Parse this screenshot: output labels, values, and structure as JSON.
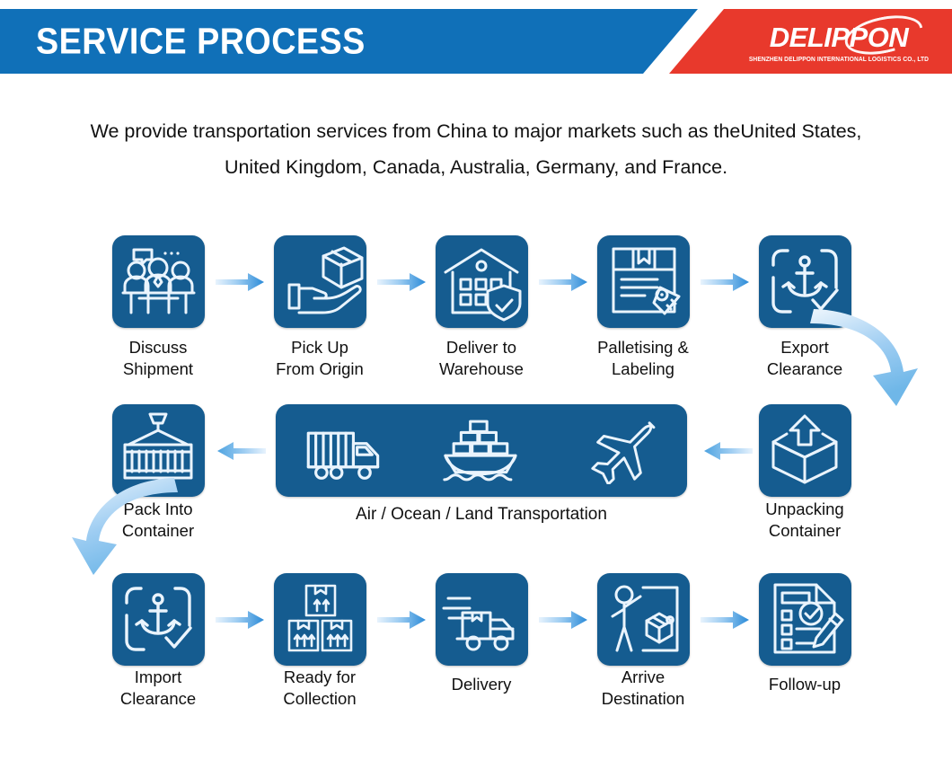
{
  "header": {
    "title": "SERVICE PROCESS",
    "brand_name": "DELIPPON",
    "brand_tagline": "SHENZHEN DELIPPON INTERNATIONAL LOGISTICS CO., LTD",
    "blue": "#1070b8",
    "red": "#e8392c"
  },
  "intro": {
    "line1": "We provide transportation services from China to major markets such as theUnited States,",
    "line2": "United Kingdom, Canada, Australia, Germany, and France."
  },
  "colors": {
    "tile_blue": "#155c90",
    "arrow_light": "#cfe6fb",
    "arrow_dark": "#2b8bd8",
    "icon_stroke": "#eaf4fd",
    "text": "#111111"
  },
  "steps": {
    "row1": [
      {
        "id": 1,
        "icon": "discussion-meeting-icon",
        "line1": "Discuss",
        "line2": "Shipment"
      },
      {
        "id": 2,
        "icon": "hand-holding-box-icon",
        "line1": "Pick Up",
        "line2": "From Origin"
      },
      {
        "id": 3,
        "icon": "warehouse-shield-icon",
        "line1": "Deliver to",
        "line2": "Warehouse"
      },
      {
        "id": 4,
        "icon": "pallet-label-tag-icon",
        "line1": "Palletising &",
        "line2": "Labeling"
      },
      {
        "id": 5,
        "icon": "anchor-check-icon",
        "line1": "Export",
        "line2": "Clearance"
      }
    ],
    "row2": [
      {
        "id": 6,
        "icon": "container-crane-icon",
        "line1": "Pack Into",
        "line2": "Container"
      },
      {
        "id": 7,
        "icon": "open-box-arrow-up-icon",
        "line1": "Unpacking",
        "line2": "Container"
      }
    ],
    "row3": [
      {
        "id": 8,
        "icon": "anchor-check-icon",
        "line1": "Import",
        "line2": "Clearance"
      },
      {
        "id": 9,
        "icon": "stacked-boxes-arrows-icon",
        "line1": "Ready for",
        "line2": "Collection"
      },
      {
        "id": 10,
        "icon": "delivery-truck-icon",
        "line1": "Delivery",
        "line2": ""
      },
      {
        "id": 11,
        "icon": "person-package-door-icon",
        "line1": "Arrive",
        "line2": "Destination"
      },
      {
        "id": 12,
        "icon": "checklist-pencil-icon",
        "line1": "Follow-up",
        "line2": ""
      }
    ]
  },
  "transport": {
    "caption": "Air / Ocean / Land Transportation",
    "icons": [
      "truck-icon",
      "cargo-ship-icon",
      "airplane-icon"
    ]
  }
}
